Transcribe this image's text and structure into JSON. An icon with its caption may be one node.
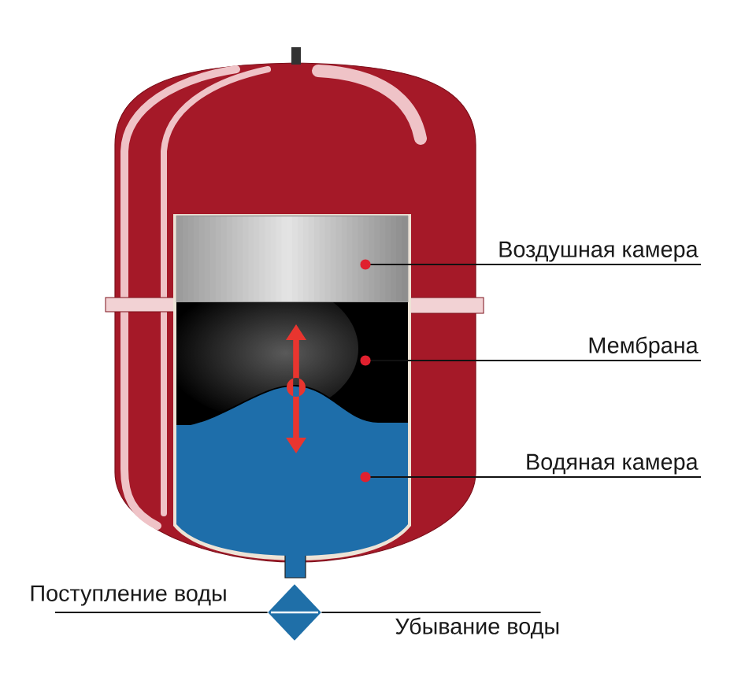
{
  "diagram": {
    "nodes": [
      {
        "text": [],
        "shape": "box"
      },
      {
        "text": [
          "Воздушная камера"
        ]
      },
      {
        "text": [],
        "shape": "box"
      },
      {
        "text": [
          "Мембрана"
        ]
      },
      {
        "text": [],
        "shape": "box"
      },
      {
        "text": [
          "Водяная камера"
        ]
      },
      {
        "text": [
          "Поступление воды"
        ]
      },
      {
        "text": [],
        "shape": "diamond"
      },
      {
        "text": [
          "Убывание воды"
        ]
      }
    ],
    "edges": [
      {
        "from": 1,
        "to": 0,
        "arrow": "other"
      },
      {
        "from": 3,
        "to": 2,
        "arrow": "other"
      },
      {
        "from": 5,
        "to": 4,
        "arrow": "other"
      },
      {
        "from": 6,
        "to": 7,
        "arrow": "none"
      },
      {
        "from": 8,
        "to": 7,
        "arrow": "none"
      }
    ]
  }
}
